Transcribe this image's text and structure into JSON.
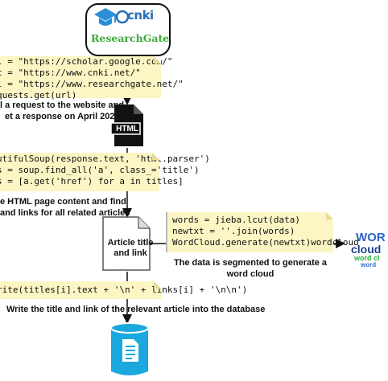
{
  "sources": {
    "cnki": "cnki",
    "researchgate": "ResearchGate"
  },
  "code_blocks": {
    "request": [
      "l = \"https://scholar.google.com/\"",
      "c = \"https://www.cnki.net/\"",
      "l = \"https://www.researchgate.net/\"",
      "quests.get(url)"
    ],
    "parse": [
      "utifulSoup(response.text, 'html.parser')",
      "s = soup.find_all('a', class_='title')",
      "s = [a.get('href') for a in titles]"
    ],
    "segment": [
      "words = jieba.lcut(data)",
      "newtxt = ''.join(words)",
      "WordCloud.generate(newtxt)wordcloud"
    ],
    "write": [
      "rite(titles[i].text + '\\n' + links[i] + '\\n\\n')"
    ]
  },
  "captions": {
    "request_1": "l a request to the website and",
    "request_2": "et a response on April 2022",
    "parse_1": "e HTML page content and find",
    "parse_2": " and links for all related articles",
    "segment": "The data is segmented to generate a word cloud",
    "write": "Write the title and link of the relevant article into the database"
  },
  "labels": {
    "html_doc": "HTML",
    "article": "Article title and link"
  },
  "word_cloud": [
    "WOR",
    "cloud",
    "word cl",
    "word"
  ],
  "colors": {
    "note_bg": "#fbf6c4",
    "cyan": "#1aa8df",
    "cnki_blue": "#2a6fb6",
    "rg_green": "#3aaa35"
  }
}
